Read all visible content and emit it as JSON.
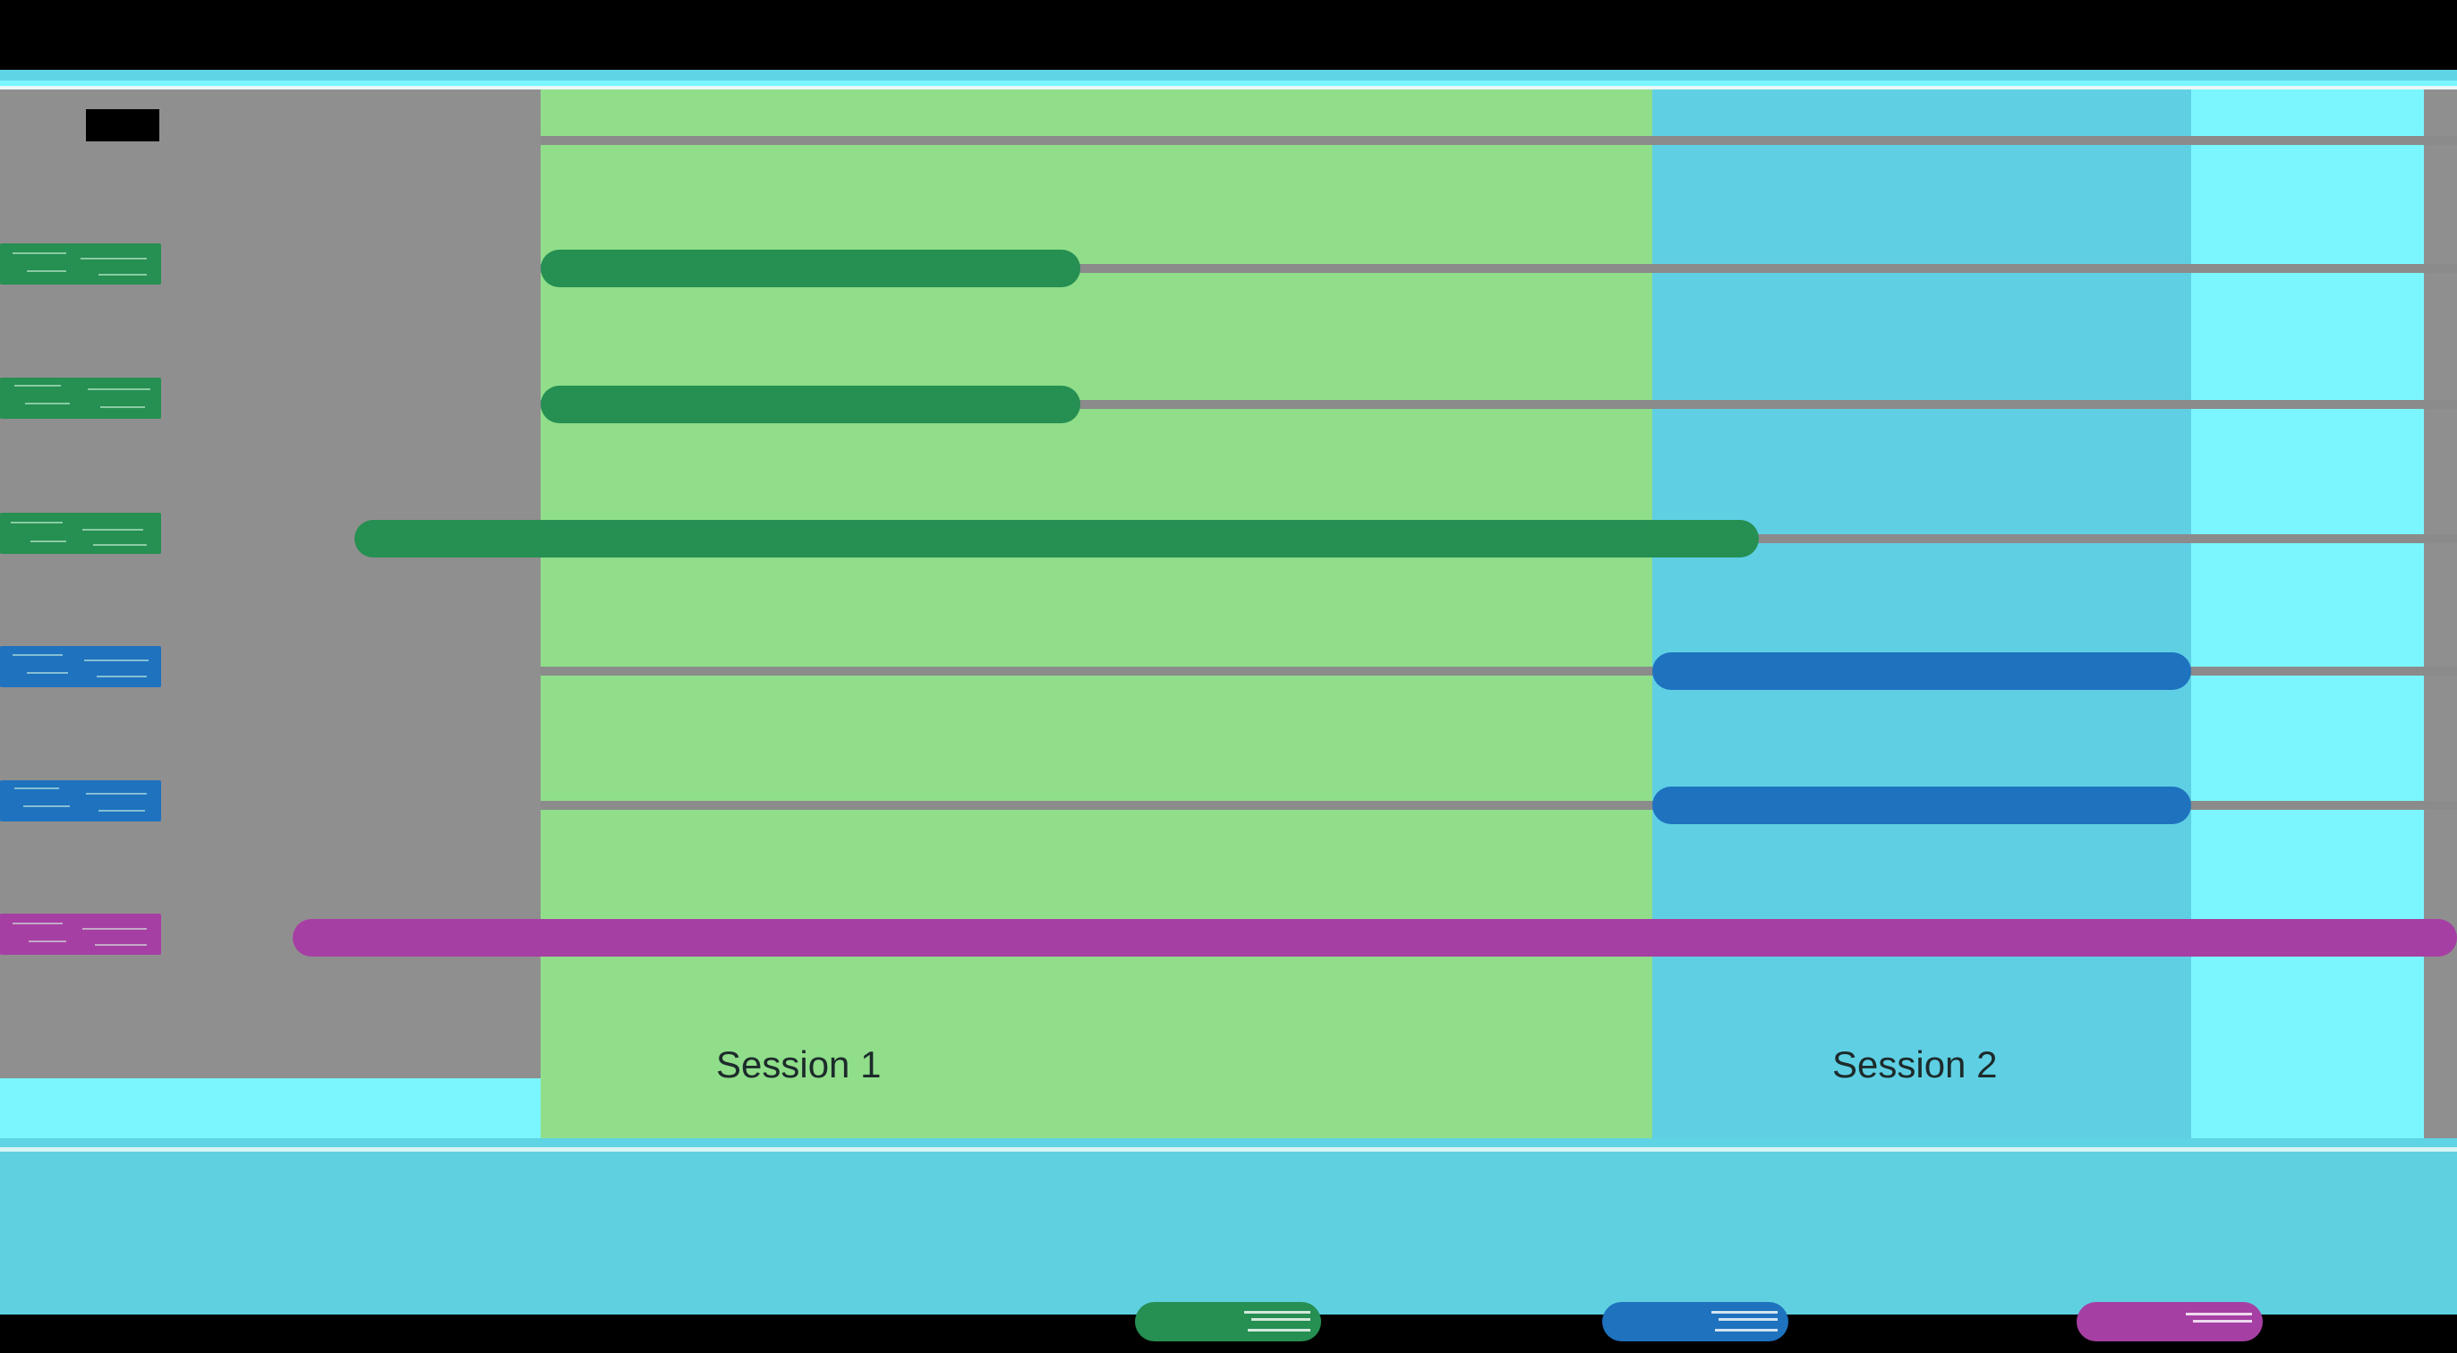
{
  "figure": {
    "title_redacted": true,
    "title_text": "",
    "plot_bg": "#908F90",
    "top_rule_color": "#5FD4E4",
    "footer_color": "#5FD0E0"
  },
  "chart_data": {
    "type": "bar",
    "subtype": "gantt",
    "title": "",
    "xlabel": "",
    "ylabel": "",
    "grid": true,
    "legend_position": "bottom",
    "xlim": [
      0,
      2745
    ],
    "categories": [
      "task-row-1",
      "task-row-2",
      "task-row-3",
      "task-row-4",
      "task-row-5",
      "task-row-6"
    ],
    "category_labels_redacted": true,
    "bars": [
      {
        "row": 0,
        "label": "",
        "start": 604,
        "end": 1207,
        "color": "#268F52",
        "group": "green"
      },
      {
        "row": 1,
        "label": "",
        "start": 604,
        "end": 1207,
        "color": "#268F52",
        "group": "green"
      },
      {
        "row": 2,
        "label": "",
        "start": 396,
        "end": 1965,
        "color": "#268F52",
        "group": "green"
      },
      {
        "row": 3,
        "label": "",
        "start": 1846,
        "end": 2448,
        "color": "#1E72BE",
        "group": "blue"
      },
      {
        "row": 4,
        "label": "",
        "start": 1846,
        "end": 2448,
        "color": "#1E72BE",
        "group": "blue"
      },
      {
        "row": 5,
        "label": "",
        "start": 327,
        "end": 2745,
        "color": "#A63FA3",
        "group": "magenta"
      }
    ],
    "row_y_centers": [
      300,
      452,
      602,
      750,
      900,
      1048
    ],
    "gridlines_y": [
      155,
      300,
      452,
      602,
      750,
      900,
      1048
    ],
    "bands": [
      {
        "name": "Session 1",
        "x0": 604,
        "x1": 1207,
        "color": "#90DE8A",
        "label": "Session 1"
      },
      {
        "name": "Session 1 cont",
        "x0": 1207,
        "x1": 1846,
        "color": "#90DE8A",
        "label": ""
      },
      {
        "name": "Session 2",
        "x0": 1846,
        "x1": 2448,
        "color": "#5FD0E4",
        "label": "Session 2"
      },
      {
        "name": "Session 2 cont",
        "x0": 2448,
        "x1": 2708,
        "color": "#7BF6FF",
        "label": ""
      }
    ],
    "legend": [
      {
        "label": "",
        "color": "#268F52",
        "x": 1268,
        "redacted": true
      },
      {
        "label": "",
        "color": "#1E72BE",
        "x": 1790,
        "redacted": true
      },
      {
        "label": "",
        "color": "#A63FA3",
        "x": 2320,
        "redacted": true
      }
    ],
    "y_tick_labels": [
      {
        "redacted": true,
        "color": "#268F52",
        "width": 180,
        "y": 272
      },
      {
        "redacted": true,
        "color": "#268F52",
        "width": 180,
        "y": 422
      },
      {
        "redacted": true,
        "color": "#268F52",
        "width": 180,
        "y": 573
      },
      {
        "redacted": true,
        "color": "#1E72BE",
        "width": 180,
        "y": 722
      },
      {
        "redacted": true,
        "color": "#1E72BE",
        "width": 180,
        "y": 872
      },
      {
        "redacted": true,
        "color": "#A63FA3",
        "width": 180,
        "y": 1021
      }
    ]
  },
  "sessions": {
    "session1_label": "Session 1",
    "session2_label": "Session 2"
  },
  "colors": {
    "green_bar": "#268F52",
    "blue_bar": "#1E72BE",
    "magenta_bar": "#A63FA3",
    "green_band": "#90DE8A",
    "cyan_band": "#5FD0E4",
    "bright_cyan_band": "#7BF6FF",
    "plot_grey": "#908F90",
    "gridline_grey": "#8B8B8B"
  }
}
